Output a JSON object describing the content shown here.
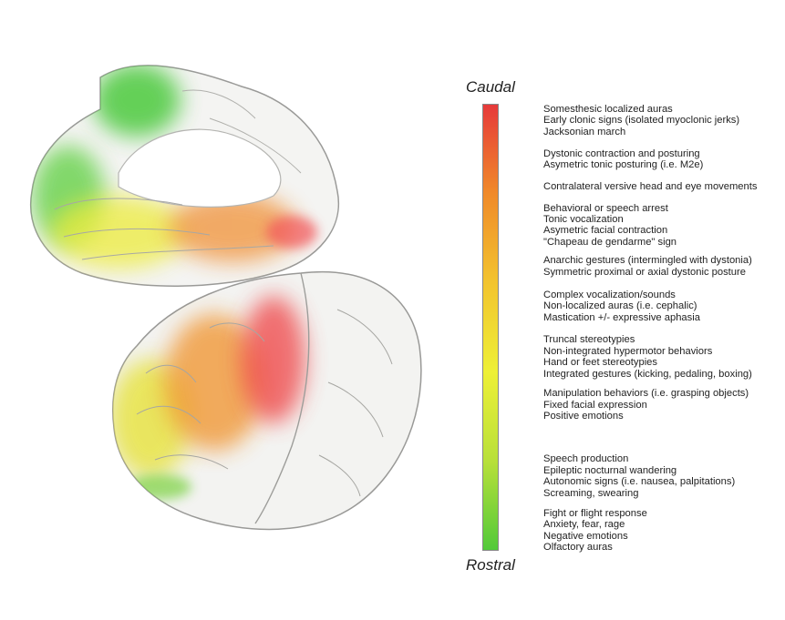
{
  "scale": {
    "top_label": "Caudal",
    "bottom_label": "Rostral",
    "gradient_colors": [
      "#e63a3a",
      "#f08a2a",
      "#f2c42e",
      "#eef036",
      "#b8e03a",
      "#52c93a"
    ]
  },
  "symptom_groups": [
    {
      "position": 0.0,
      "lines": [
        "Somesthesic localized auras",
        "Early clonic signs (isolated myoclonic jerks)",
        "Jacksonian march"
      ]
    },
    {
      "position": 0.099,
      "lines": [
        "Dystonic contraction and posturing",
        "Asymetric tonic posturing (i.e. M2e)"
      ]
    },
    {
      "position": 0.173,
      "lines": [
        "Contralateral versive head and eye movements"
      ]
    },
    {
      "position": 0.221,
      "lines": [
        "Behavioral or speech arrest",
        "Tonic vocalization",
        "Asymetric facial contraction",
        "\"Chapeau de gendarme\" sign"
      ]
    },
    {
      "position": 0.339,
      "lines": [
        "Anarchic gestures (intermingled with dystonia)",
        "Symmetric proximal or axial dystonic posture"
      ]
    },
    {
      "position": 0.415,
      "lines": [
        "Complex vocalization/sounds",
        "Non-localized auras (i.e. cephalic)",
        "Mastication +/- expressive aphasia"
      ]
    },
    {
      "position": 0.516,
      "lines": [
        "Truncal stereotypies",
        "Non-integrated hypermotor behaviors",
        "Hand or feet stereotypies",
        "Integrated gestures (kicking, pedaling, boxing)"
      ]
    },
    {
      "position": 0.636,
      "lines": [
        "Manipulation behaviors (i.e. grasping objects)",
        "Fixed facial expression",
        "Positive emotions"
      ]
    },
    {
      "position": 0.783,
      "lines": [
        "Speech production",
        "Epileptic nocturnal wandering",
        "Autonomic signs (i.e. nausea, palpitations)",
        "Screaming, swearing"
      ]
    },
    {
      "position": 0.904,
      "lines": [
        "Fight or flight response",
        "Anxiety, fear, rage",
        "Negative emotions"
      ]
    },
    {
      "position": 0.98,
      "lines": [
        "Olfactory auras"
      ]
    }
  ]
}
